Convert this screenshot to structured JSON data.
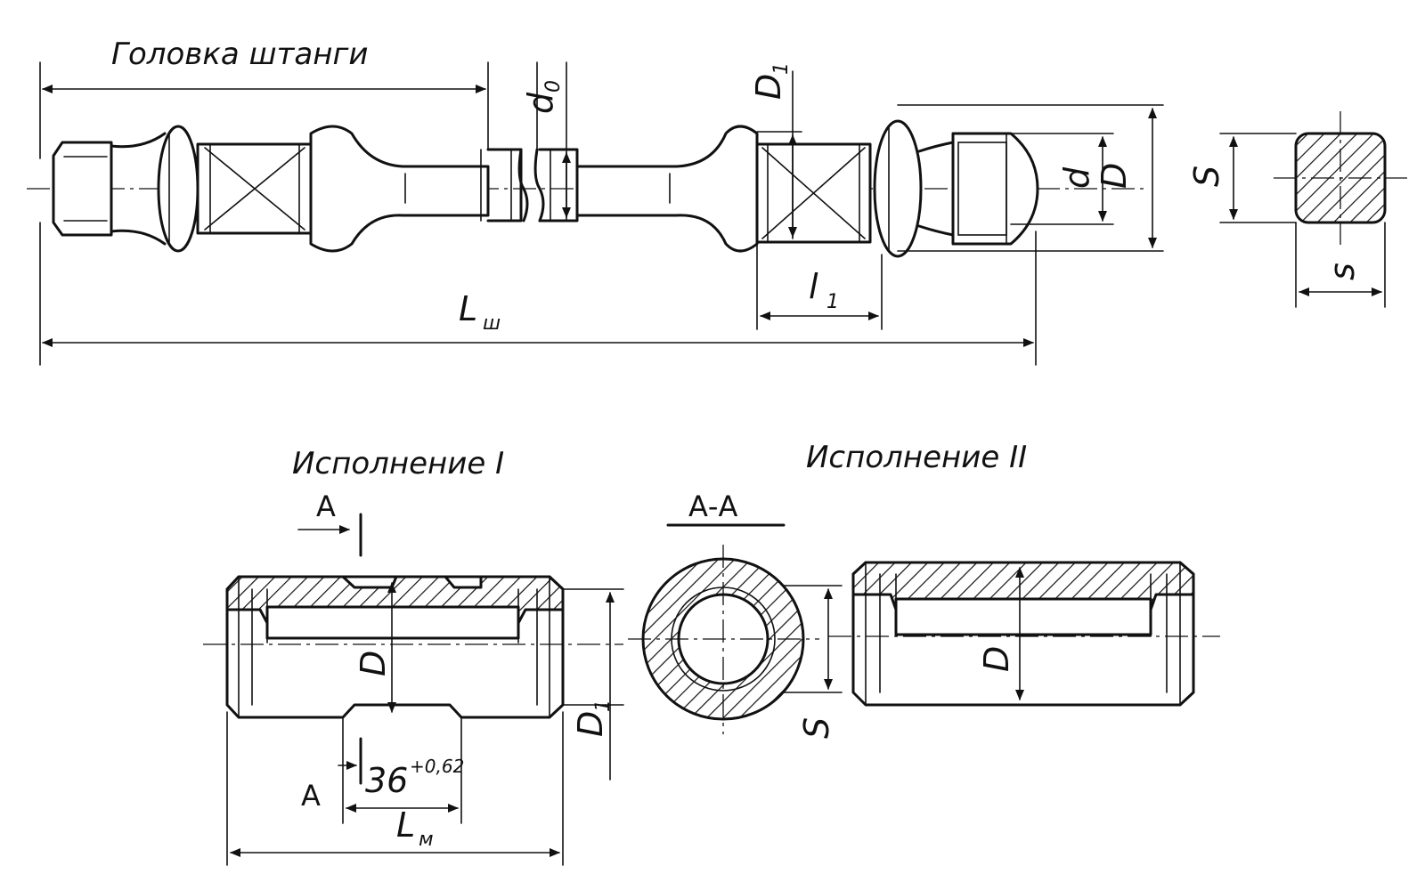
{
  "top_view": {
    "title": "Головка штанги",
    "labels": {
      "d0_main": "d",
      "d0_sub": "0",
      "D1_main": "D",
      "D1_sub": "1",
      "d": "d",
      "D": "D",
      "S": "S",
      "s_small": "s",
      "l1_main": "l",
      "l1_sub": "1",
      "Lsh_main": "L",
      "Lsh_sub": "ш"
    }
  },
  "coupling": {
    "version1_title": "Исполнение I",
    "version2_title": "Исполнение II",
    "section_mark_top": "А",
    "section_mark_bottom": "А",
    "section_title": "А-А",
    "labels": {
      "D_v1": "D",
      "D1_main": "D",
      "D1_sub": "1",
      "dim36": "36",
      "dim36_tol": "+0,62",
      "Lm_main": "L",
      "Lm_sub": "м",
      "S_section": "S",
      "D_v2": "D"
    }
  }
}
